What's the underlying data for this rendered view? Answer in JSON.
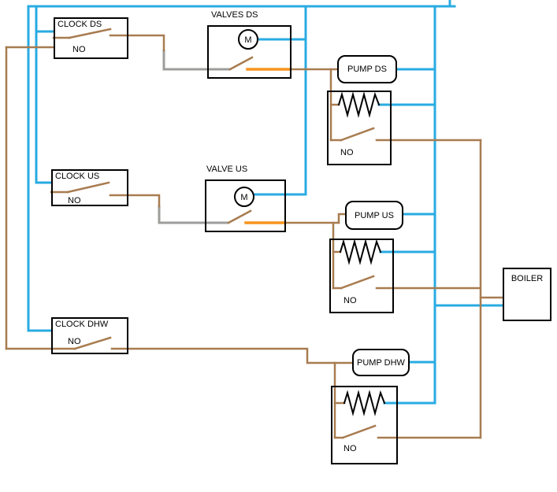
{
  "colors": {
    "live": "#29ABE2",
    "switched": "#A87C50",
    "orange": "#F7941D",
    "gray": "#9D9D9B",
    "line": "#000000"
  },
  "channels": {
    "ds": {
      "clock_label": "CLOCK DS",
      "clock_contact": "NO",
      "valve_label": "VALVES DS",
      "motor": "M",
      "pump_label": "PUMP DS",
      "relay_contact": "NO"
    },
    "us": {
      "clock_label": "CLOCK US",
      "clock_contact": "NO",
      "valve_label": "VALVE US",
      "motor": "M",
      "pump_label": "PUMP US",
      "relay_contact": "NO"
    },
    "dhw": {
      "clock_label": "CLOCK DHW",
      "clock_contact": "NO",
      "pump_label": "PUMP DHW",
      "relay_contact": "NO"
    }
  },
  "boiler": {
    "label": "BOILER"
  }
}
